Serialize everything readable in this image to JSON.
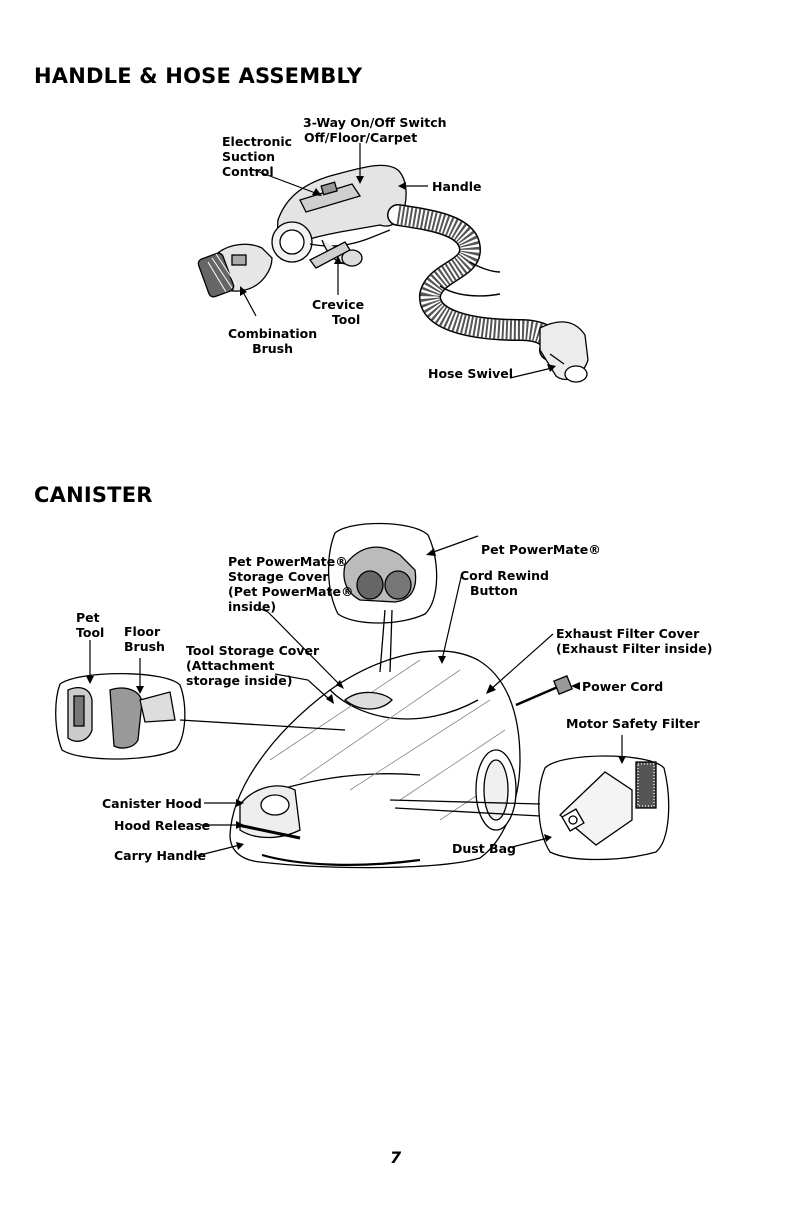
{
  "sections": {
    "handle": {
      "title": "HANDLE & HOSE ASSEMBLY",
      "labels": {
        "switch_line1": "3-Way On/Off Switch",
        "switch_line2": "Off/Floor/Carpet",
        "esc_line1": "Electronic",
        "esc_line2": "Suction",
        "esc_line3": "Control",
        "handle": "Handle",
        "crevice_line1": "Crevice",
        "crevice_line2": "Tool",
        "combo_line1": "Combination",
        "combo_line2": "Brush",
        "hose_swivel": "Hose Swivel"
      }
    },
    "canister": {
      "title": "CANISTER",
      "labels": {
        "storage_line1": "Pet PowerMate®",
        "storage_line2": "Storage Cover",
        "storage_line3": "(Pet PowerMate®",
        "storage_line4": "inside)",
        "pet_powermate": "Pet PowerMate®",
        "cord_rewind_line1": "Cord Rewind",
        "cord_rewind_line2": "Button",
        "pet_tool_line1": "Pet",
        "pet_tool_line2": "Tool",
        "floor_brush_line1": "Floor",
        "floor_brush_line2": "Brush",
        "tool_storage_line1": "Tool Storage Cover",
        "tool_storage_line2": "(Attachment",
        "tool_storage_line3": "storage inside)",
        "exhaust_line1": "Exhaust Filter Cover",
        "exhaust_line2": "(Exhaust Filter inside)",
        "power_cord": "Power Cord",
        "motor_filter": "Motor Safety Filter",
        "canister_hood": "Canister Hood",
        "hood_release": "Hood Release",
        "carry_handle": "Carry Handle",
        "dust_bag": "Dust Bag"
      }
    }
  },
  "page_number": "7"
}
